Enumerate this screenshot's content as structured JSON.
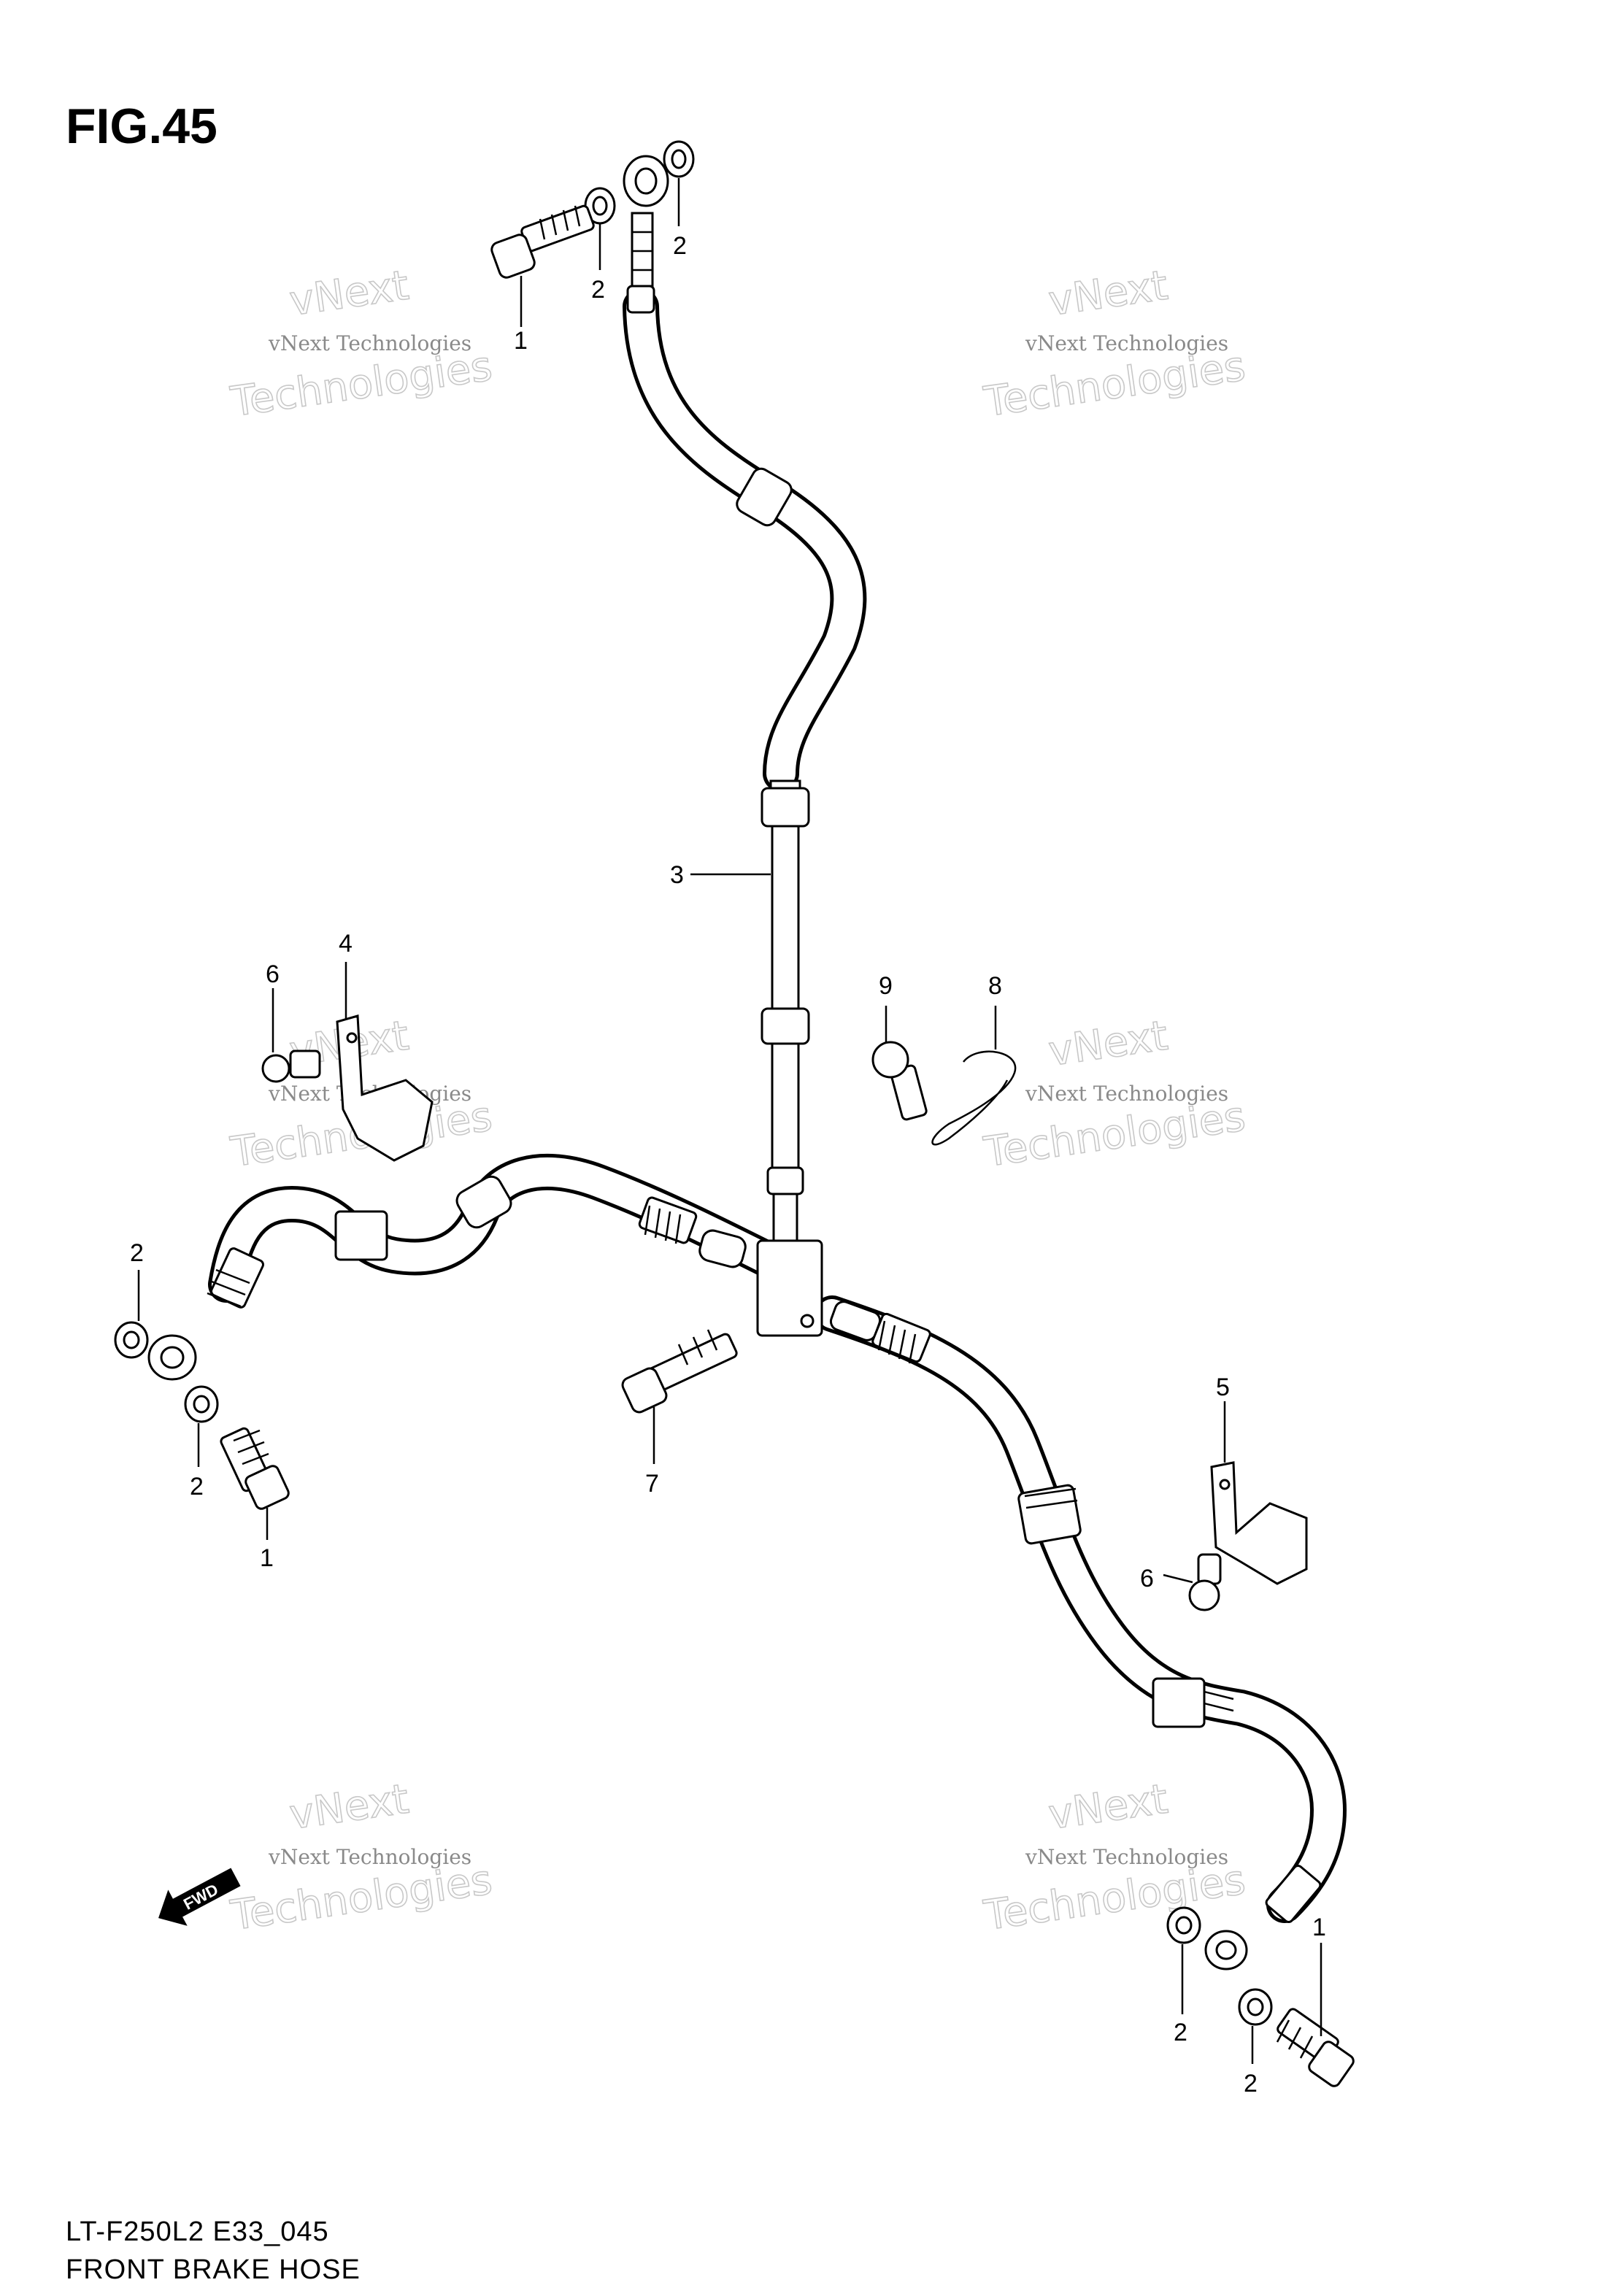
{
  "figure": {
    "title": "FIG.45",
    "model_code": "LT-F250L2 E33_045",
    "caption": "FRONT BRAKE HOSE"
  },
  "callouts": {
    "c1_top": "1",
    "c2_top_a": "2",
    "c2_top_b": "2",
    "c3": "3",
    "c4": "4",
    "c6_left": "6",
    "c9": "9",
    "c8": "8",
    "c2_left_a": "2",
    "c2_left_b": "2",
    "c1_left": "1",
    "c7": "7",
    "c5": "5",
    "c6_right": "6",
    "c2_right_a": "2",
    "c2_right_b": "2",
    "c1_right": "1"
  },
  "watermark": {
    "brand": "vNext",
    "line": "vNext Technologies",
    "word": "Technologies"
  },
  "fwd_label": "FWD"
}
